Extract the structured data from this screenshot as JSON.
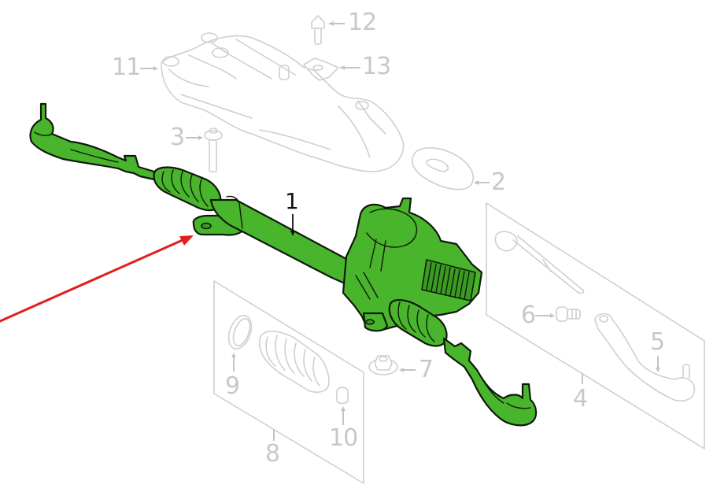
{
  "diagram": {
    "subject": "Steering gear / rack and pinion assembly exploded parts diagram",
    "highlight_color": "#49b52c",
    "outline_color": "#0f1a0a",
    "ghost_color": "#cfcfcf",
    "pointer_color": "#e01e1e",
    "highlighted_part": "1",
    "callouts": [
      {
        "id": "c1",
        "label": "1",
        "part": "Steering gear assembly",
        "highlighted": true
      },
      {
        "id": "c2",
        "label": "2",
        "part": "Grommet / seal"
      },
      {
        "id": "c3",
        "label": "3",
        "part": "Mounting bolt"
      },
      {
        "id": "c4",
        "label": "4",
        "part": "Tie rod kit"
      },
      {
        "id": "c5",
        "label": "5",
        "part": "Outer tie rod end"
      },
      {
        "id": "c6",
        "label": "6",
        "part": "Nut / fitting"
      },
      {
        "id": "c7",
        "label": "7",
        "part": "Flange nut"
      },
      {
        "id": "c8",
        "label": "8",
        "part": "Boot kit"
      },
      {
        "id": "c9",
        "label": "9",
        "part": "Clamp ring"
      },
      {
        "id": "c10",
        "label": "10",
        "part": "Clip"
      },
      {
        "id": "c11",
        "label": "11",
        "part": "Heat shield"
      },
      {
        "id": "c12",
        "label": "12",
        "part": "Bolt"
      },
      {
        "id": "c13",
        "label": "13",
        "part": "Clip nut"
      }
    ]
  }
}
